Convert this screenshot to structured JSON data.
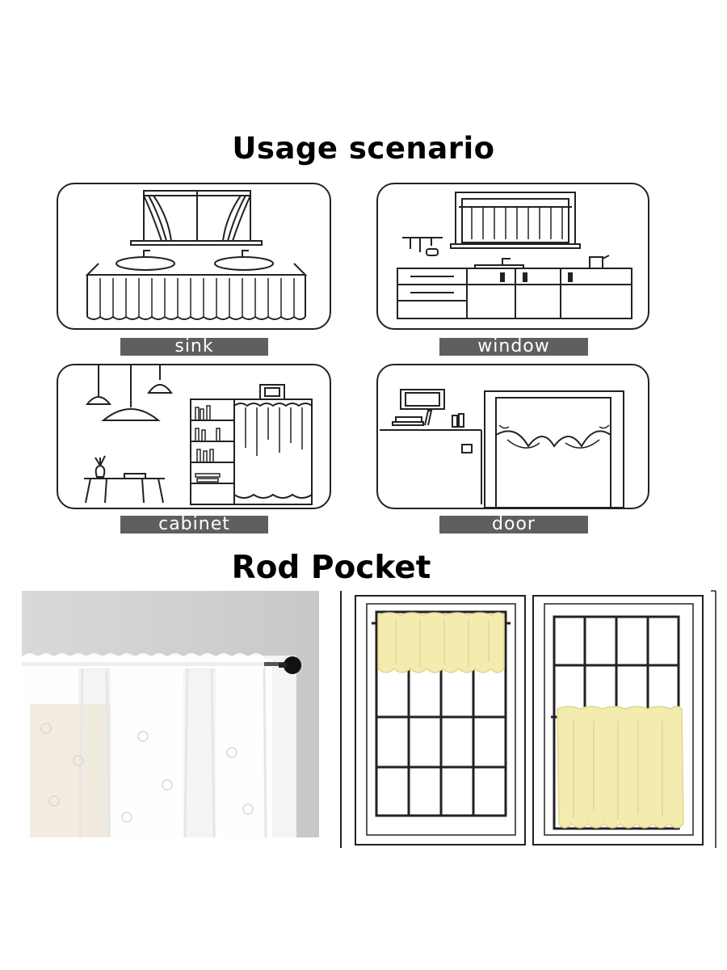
{
  "titles": {
    "usage": "Usage scenario",
    "rod": "Rod Pocket"
  },
  "scenarios": [
    {
      "id": "sink",
      "label": "sink"
    },
    {
      "id": "window",
      "label": "window"
    },
    {
      "id": "cabinet",
      "label": "cabinet"
    },
    {
      "id": "door",
      "label": "door"
    }
  ],
  "colors": {
    "line": "#222222",
    "label_bg": "#5f5f5f",
    "curtain_yellow": "#f3ecae",
    "sheer_bg": "#cfcfcf"
  }
}
